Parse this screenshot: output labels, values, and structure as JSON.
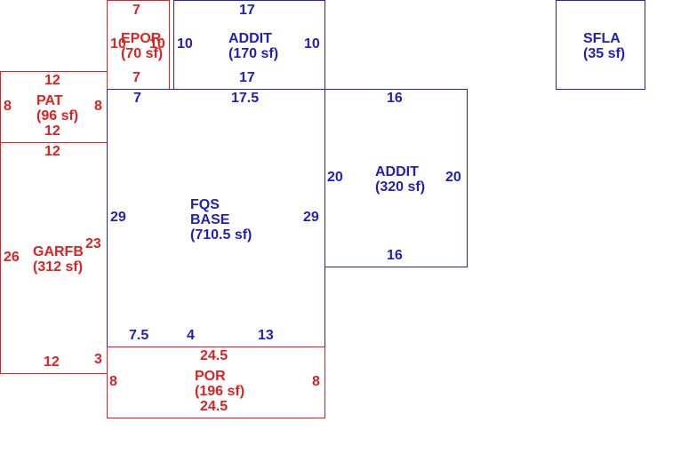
{
  "colors": {
    "red": "#dd2222",
    "blue": "#2222cc"
  },
  "areas": {
    "epor": {
      "name": "EPOR",
      "area": "(70 sf)",
      "top": "7",
      "bottom": "7",
      "left": "10",
      "right": "10"
    },
    "addit1": {
      "name": "ADDIT",
      "area": "(170 sf)",
      "top": "17",
      "bottom": "17",
      "left": "10",
      "right": "10"
    },
    "sfla": {
      "name": "SFLA",
      "area": "(35 sf)"
    },
    "pat": {
      "name": "PAT",
      "area": "(96 sf)",
      "top": "12",
      "bottom": "12",
      "left": "8",
      "right": "8"
    },
    "base": {
      "name1": "FQS",
      "name2": "BASE",
      "area": "(710.5 sf)",
      "top_left": "7",
      "top": "17.5",
      "left": "29",
      "right": "29",
      "bottom_a": "7.5",
      "bottom_b": "4",
      "bottom_c": "13"
    },
    "addit2": {
      "name": "ADDIT",
      "area": "(320 sf)",
      "top": "16",
      "bottom": "16",
      "left": "20",
      "right": "20"
    },
    "garfb": {
      "name": "GARFB",
      "area": "(312 sf)",
      "top": "12",
      "bottom": "12",
      "left": "26",
      "right": "23",
      "notch": "3"
    },
    "por": {
      "name": "POR",
      "area": "(196 sf)",
      "top": "24.5",
      "bottom": "24.5",
      "left": "8",
      "right": "8"
    }
  }
}
